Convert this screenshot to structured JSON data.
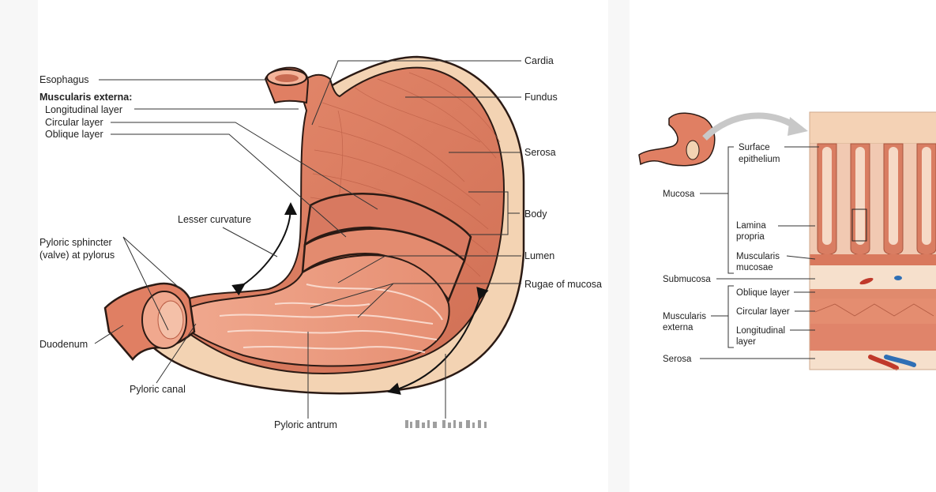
{
  "stomach": {
    "esophagus": "Esophagus",
    "muscularis_externa": "Muscularis externa:",
    "longitudinal_layer": "Longitudinal layer",
    "circular_layer": "Circular layer",
    "oblique_layer": "Oblique layer",
    "lesser_curvature": "Lesser curvature",
    "pyloric_sphincter_line1": "Pyloric sphincter",
    "pyloric_sphincter_line2": "(valve) at pylorus",
    "duodenum": "Duodenum",
    "pyloric_canal": "Pyloric canal",
    "pyloric_antrum": "Pyloric antrum",
    "cardia": "Cardia",
    "fundus": "Fundus",
    "serosa": "Serosa",
    "body": "Body",
    "lumen": "Lumen",
    "rugae": "Rugae of mucosa"
  },
  "wall": {
    "mucosa": "Mucosa",
    "surface_epithelium_1": "Surface",
    "surface_epithelium_2": "epithelium",
    "lamina_propria_1": "Lamina",
    "lamina_propria_2": "propria",
    "muscularis_mucosae_1": "Muscularis",
    "muscularis_mucosae_2": "mucosae",
    "submucosa": "Submucosa",
    "oblique_layer": "Oblique layer",
    "circular_layer": "Circular layer",
    "muscularis_externa_1": "Muscularis",
    "muscularis_externa_2": "externa",
    "longitudinal_layer_1": "Longitudinal",
    "longitudinal_layer_2": "layer",
    "serosa": "Serosa"
  },
  "colors": {
    "muscle": "#e07f63",
    "muscle_dark": "#b85a42",
    "serosa": "#f3d3b3",
    "mucosa": "#f2a58b",
    "outline": "#2b1a14"
  }
}
